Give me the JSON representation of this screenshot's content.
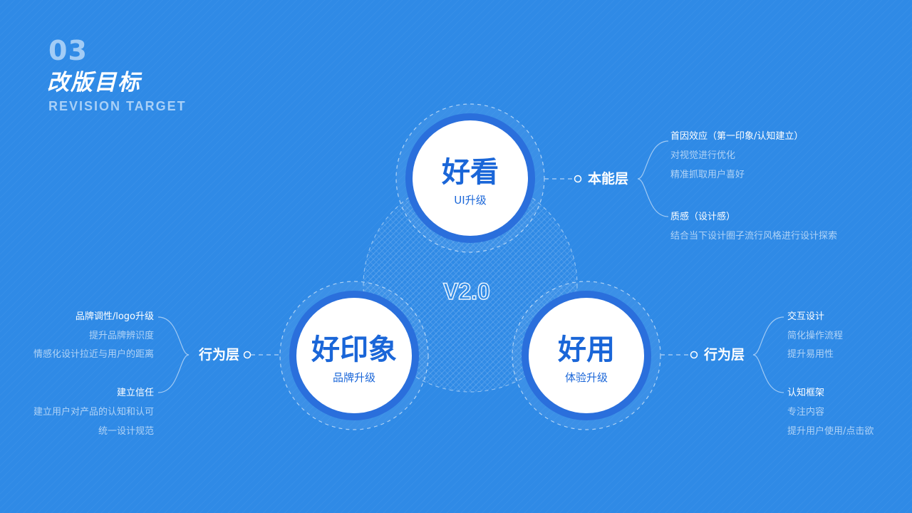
{
  "header": {
    "number": "03",
    "title": "改版目标",
    "subtitle": "REVISION TARGET"
  },
  "center": {
    "version": "V2.0"
  },
  "circles": {
    "top": {
      "title": "好看",
      "subtitle": "UI升级"
    },
    "left": {
      "title": "好印象",
      "subtitle": "品牌升级"
    },
    "right": {
      "title": "好用",
      "subtitle": "体验升级"
    }
  },
  "layers": {
    "top": {
      "label": "本能层",
      "groups": [
        {
          "heading": "首因效应（第一印象/认知建立）",
          "items": [
            "对视觉进行优化",
            "精准抓取用户喜好"
          ]
        },
        {
          "heading": "质感（设计感）",
          "items": [
            "结合当下设计圈子流行风格进行设计探索"
          ]
        }
      ]
    },
    "left": {
      "label": "行为层",
      "groups": [
        {
          "heading": "品牌调性/logo升级",
          "items": [
            "提升品牌辨识度",
            "情感化设计拉近与用户的距离"
          ]
        },
        {
          "heading": "建立信任",
          "items": [
            "建立用户对产品的认知和认可",
            "统一设计规范"
          ]
        }
      ]
    },
    "right": {
      "label": "行为层",
      "groups": [
        {
          "heading": "交互设计",
          "items": [
            "简化操作流程",
            "提升易用性"
          ]
        },
        {
          "heading": "认知框架",
          "items": [
            "专注内容",
            "提升用户使用/点击欲"
          ]
        }
      ]
    }
  },
  "colors": {
    "background": "#2f8ae6",
    "ring": "#2a6fdc",
    "accent_text": "#1a66d8",
    "connector": "#9fc8f3"
  }
}
